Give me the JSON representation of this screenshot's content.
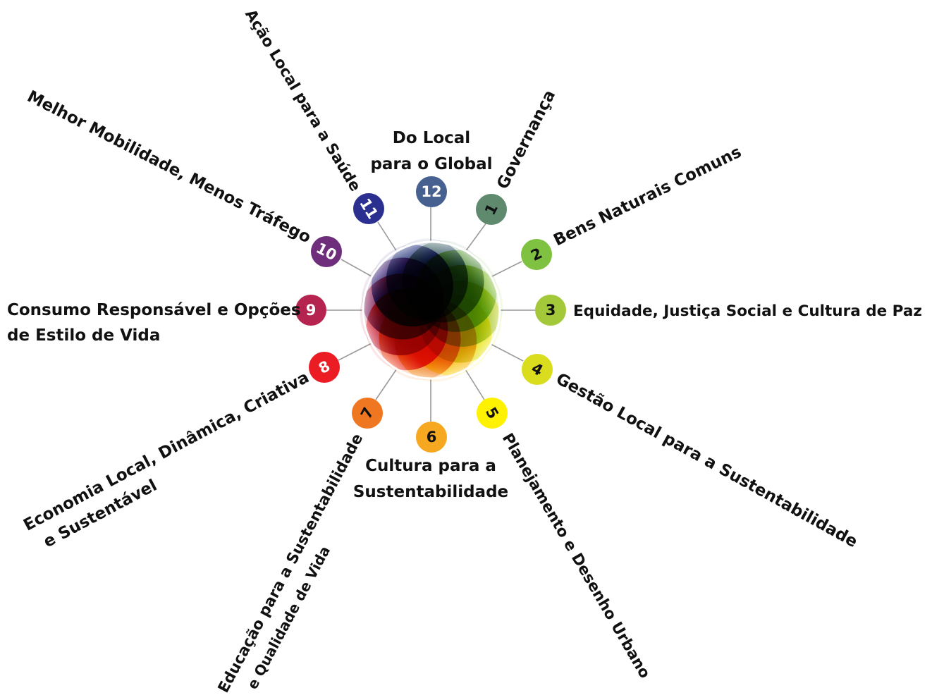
{
  "items": [
    {
      "number": "1",
      "color": "#5f8a6e",
      "number_color": "#111111",
      "line1": "Governança",
      "line2": ""
    },
    {
      "number": "2",
      "color": "#7fc241",
      "number_color": "#111111",
      "line1": "Bens Naturais Comuns",
      "line2": ""
    },
    {
      "number": "3",
      "color": "#a3c93a",
      "number_color": "#111111",
      "line1": "Equidade, Justiça Social e Cultura de Paz",
      "line2": ""
    },
    {
      "number": "4",
      "color": "#d9dd1e",
      "number_color": "#111111",
      "line1": "Gestão Local para a Sustentabilidade",
      "line2": ""
    },
    {
      "number": "5",
      "color": "#fff200",
      "number_color": "#111111",
      "line1": "Planejamento e Desenho Urbano",
      "line2": ""
    },
    {
      "number": "6",
      "color": "#f6a821",
      "number_color": "#111111",
      "line1": "Cultura para a",
      "line2": "Sustentabilidade"
    },
    {
      "number": "7",
      "color": "#f07722",
      "number_color": "#111111",
      "line1": "Educação para a Sustentabilidade",
      "line2": "e Qualidade de Vida"
    },
    {
      "number": "8",
      "color": "#ec1c24",
      "number_color": "#ffffff",
      "line1": "Economia Local, Dinâmica, Criativa",
      "line2": "e Sustentável"
    },
    {
      "number": "9",
      "color": "#b5234f",
      "number_color": "#ffffff",
      "line1": "Consumo Responsável e Opções",
      "line2": "de Estilo de Vida"
    },
    {
      "number": "10",
      "color": "#6e2e7c",
      "number_color": "#ffffff",
      "line1": "Melhor Mobilidade, Menos Tráfego",
      "line2": ""
    },
    {
      "number": "11",
      "color": "#2b3090",
      "number_color": "#ffffff",
      "line1": "Ação Local para a Saúde",
      "line2": ""
    },
    {
      "number": "12",
      "color": "#46608f",
      "number_color": "#ffffff",
      "line1": "Do Local",
      "line2": "para o Global"
    }
  ]
}
